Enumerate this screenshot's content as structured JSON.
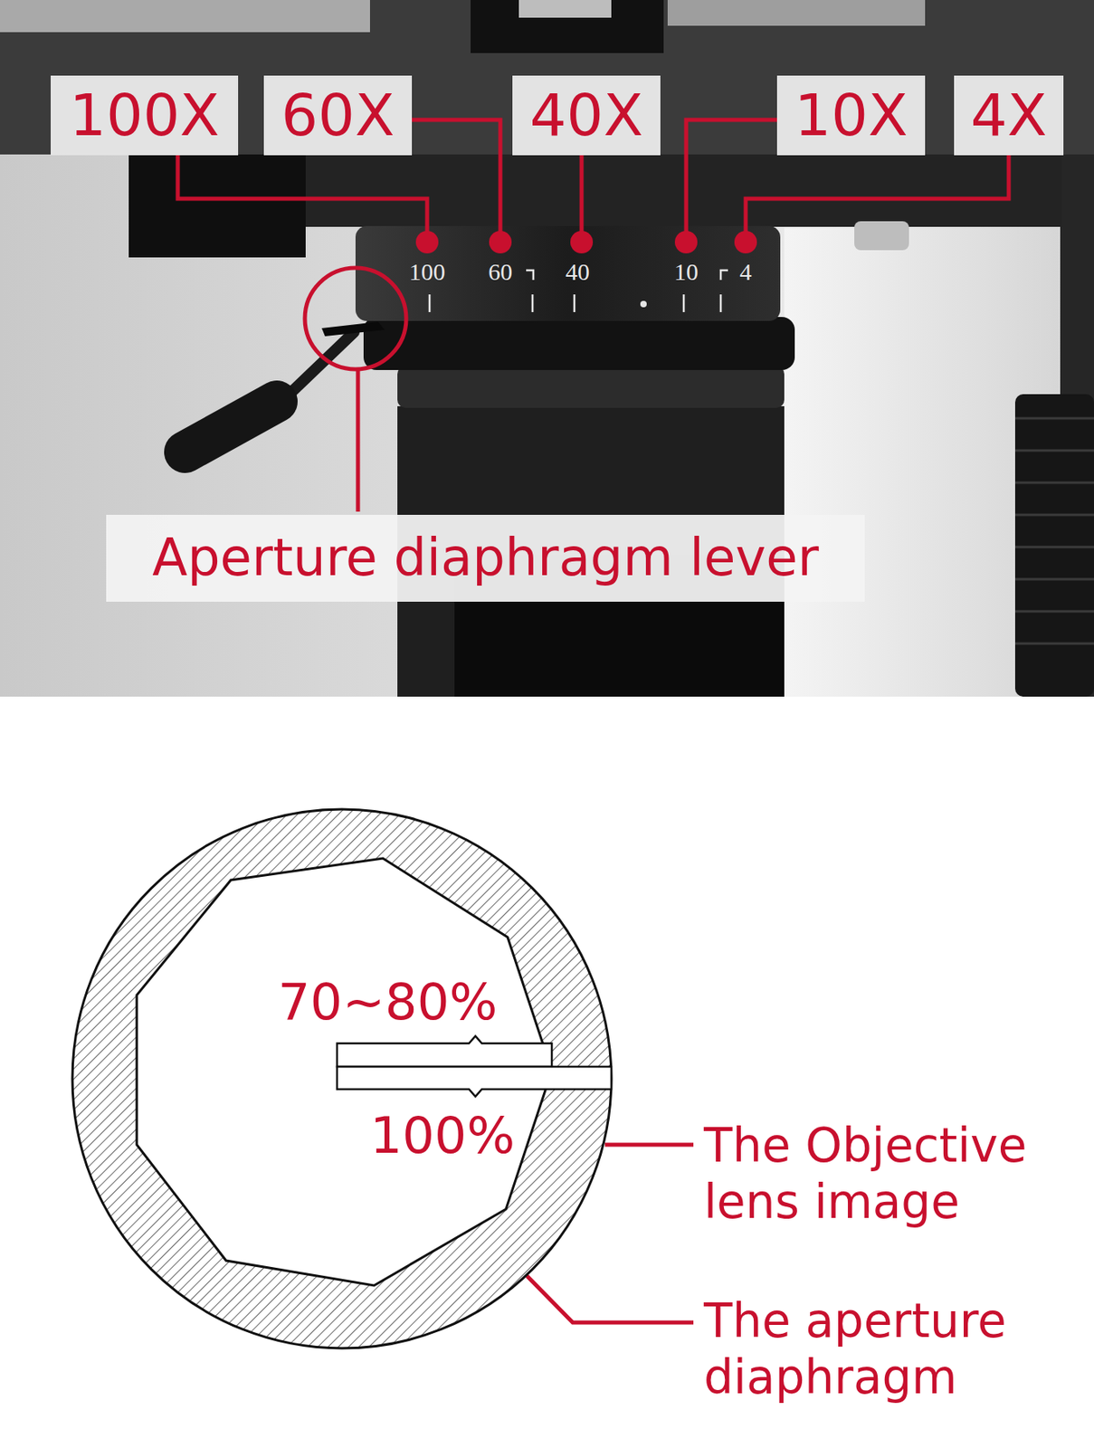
{
  "diagram": {
    "nodes": [
      {
        "text": [
          "100X"
        ]
      },
      {
        "text": [
          "60X"
        ]
      },
      {
        "text": [
          "40X"
        ]
      },
      {
        "text": [
          "10X"
        ]
      },
      {
        "text": [
          "4X"
        ]
      },
      {
        "text": [
          "Aperture diaphragm lever"
        ]
      },
      {
        "text": [
          "70~80%",
          "100%"
        ]
      }
    ],
    "labels": [
      "100",
      "60",
      "40",
      "10",
      "4",
      "The Objective lens image",
      "The aperture diaphragm"
    ]
  }
}
